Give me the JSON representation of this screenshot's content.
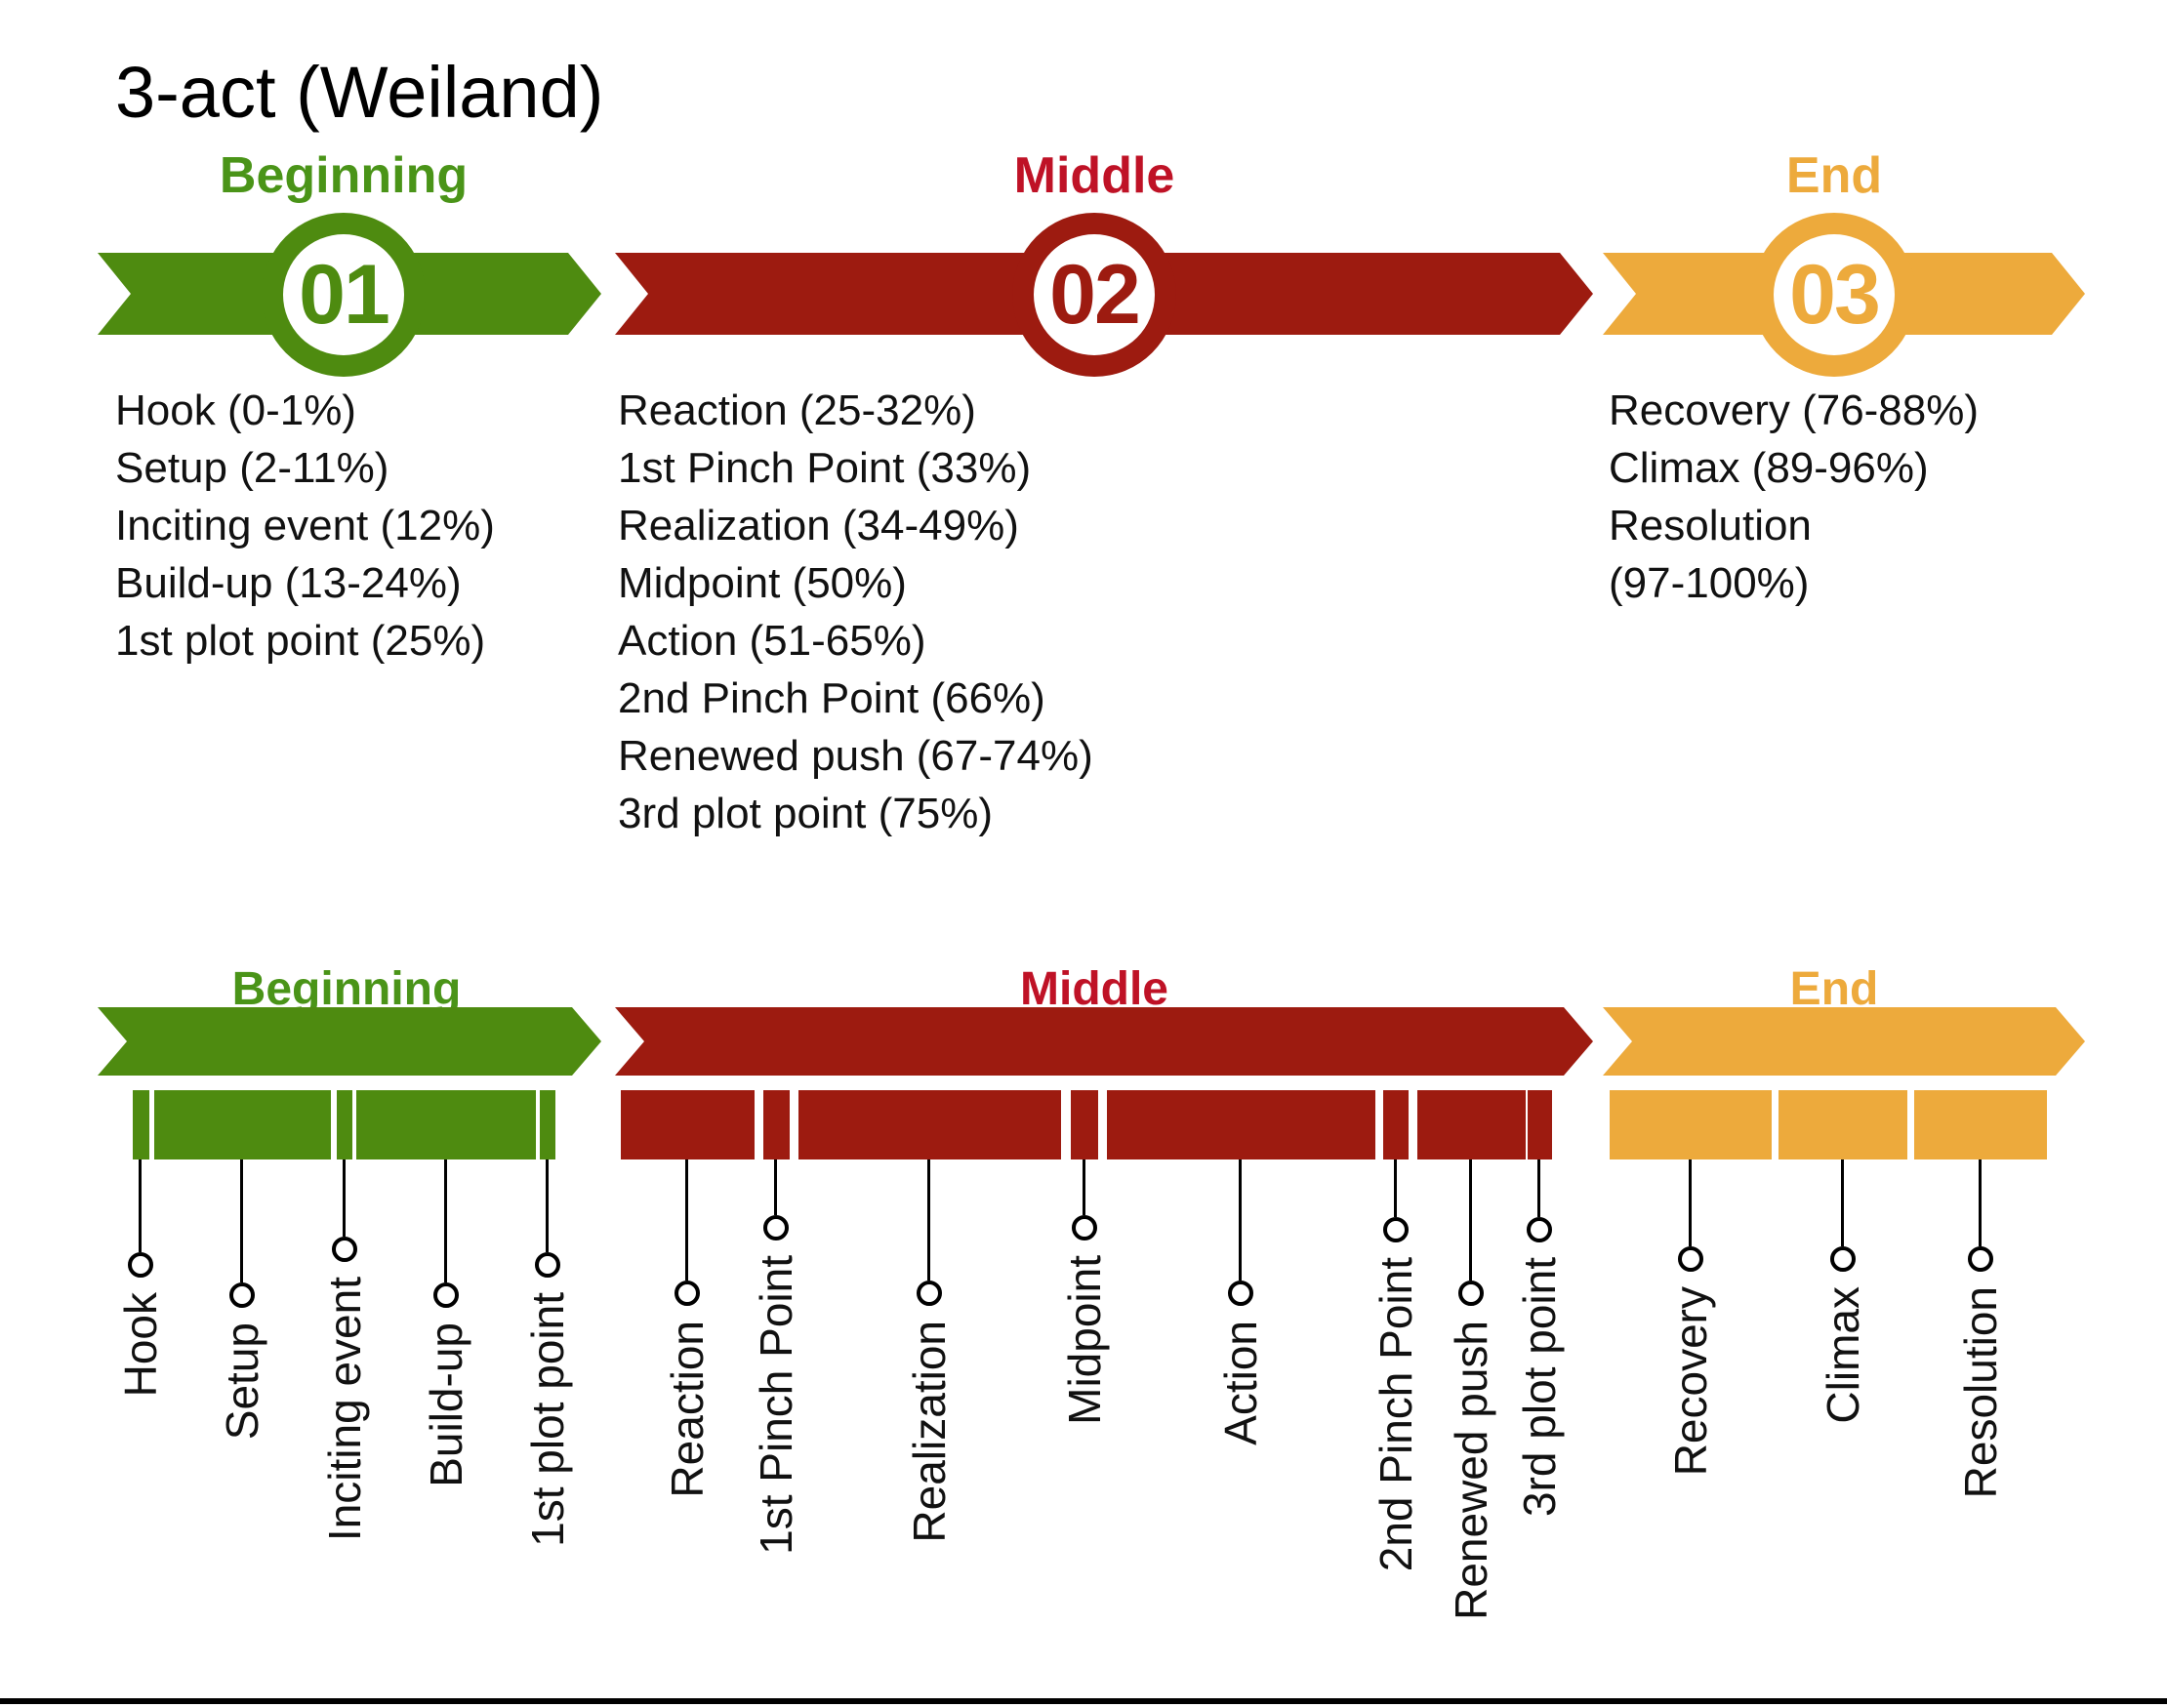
{
  "title": "3-act (Weiland)",
  "colors": {
    "beginning": "#4e8b10",
    "beginning_header": "#4a9418",
    "middle": "#9d1b10",
    "middle_header": "#bf1226",
    "end": "#edaa3c",
    "end_header": "#edaa3c",
    "text": "#111111",
    "leader": "#000000"
  },
  "acts": [
    {
      "label": "Beginning",
      "number": "01",
      "items": [
        "Hook (0-1%)",
        "Setup (2-11%)",
        "Inciting event (12%)",
        "Build-up (13-24%)",
        "1st plot point (25%)"
      ]
    },
    {
      "label": "Middle",
      "number": "02",
      "items": [
        "Reaction (25-32%)",
        "1st Pinch Point (33%)",
        "Realization (34-49%)",
        "Midpoint (50%)",
        "Action (51-65%)",
        "2nd Pinch Point (66%)",
        "Renewed push (67-74%)",
        "3rd plot point (75%)"
      ]
    },
    {
      "label": "End",
      "number": "03",
      "items": [
        "Recovery (76-88%)",
        "Climax (89-96%)",
        "Resolution",
        "(97-100%)"
      ]
    }
  ],
  "timeline": {
    "segments": [
      {
        "label": "Hook",
        "range": "0-1%",
        "act": "Beginning"
      },
      {
        "label": "Setup",
        "range": "2-11%",
        "act": "Beginning"
      },
      {
        "label": "Inciting event",
        "range": "12%",
        "act": "Beginning"
      },
      {
        "label": "Build-up",
        "range": "13-24%",
        "act": "Beginning"
      },
      {
        "label": "1st plot point",
        "range": "25%",
        "act": "Beginning"
      },
      {
        "label": "Reaction",
        "range": "25-32%",
        "act": "Middle"
      },
      {
        "label": "1st Pinch Point",
        "range": "33%",
        "act": "Middle"
      },
      {
        "label": "Realization",
        "range": "34-49%",
        "act": "Middle"
      },
      {
        "label": "Midpoint",
        "range": "50%",
        "act": "Middle"
      },
      {
        "label": "Action",
        "range": "51-65%",
        "act": "Middle"
      },
      {
        "label": "2nd Pinch Point",
        "range": "66%",
        "act": "Middle"
      },
      {
        "label": "Renewed push",
        "range": "67-74%",
        "act": "Middle"
      },
      {
        "label": "3rd plot point",
        "range": "75%",
        "act": "Middle"
      },
      {
        "label": "Recovery",
        "range": "76-88%",
        "act": "End"
      },
      {
        "label": "Climax",
        "range": "89-96%",
        "act": "End"
      },
      {
        "label": "Resolution",
        "range": "97-100%",
        "act": "End"
      }
    ]
  }
}
